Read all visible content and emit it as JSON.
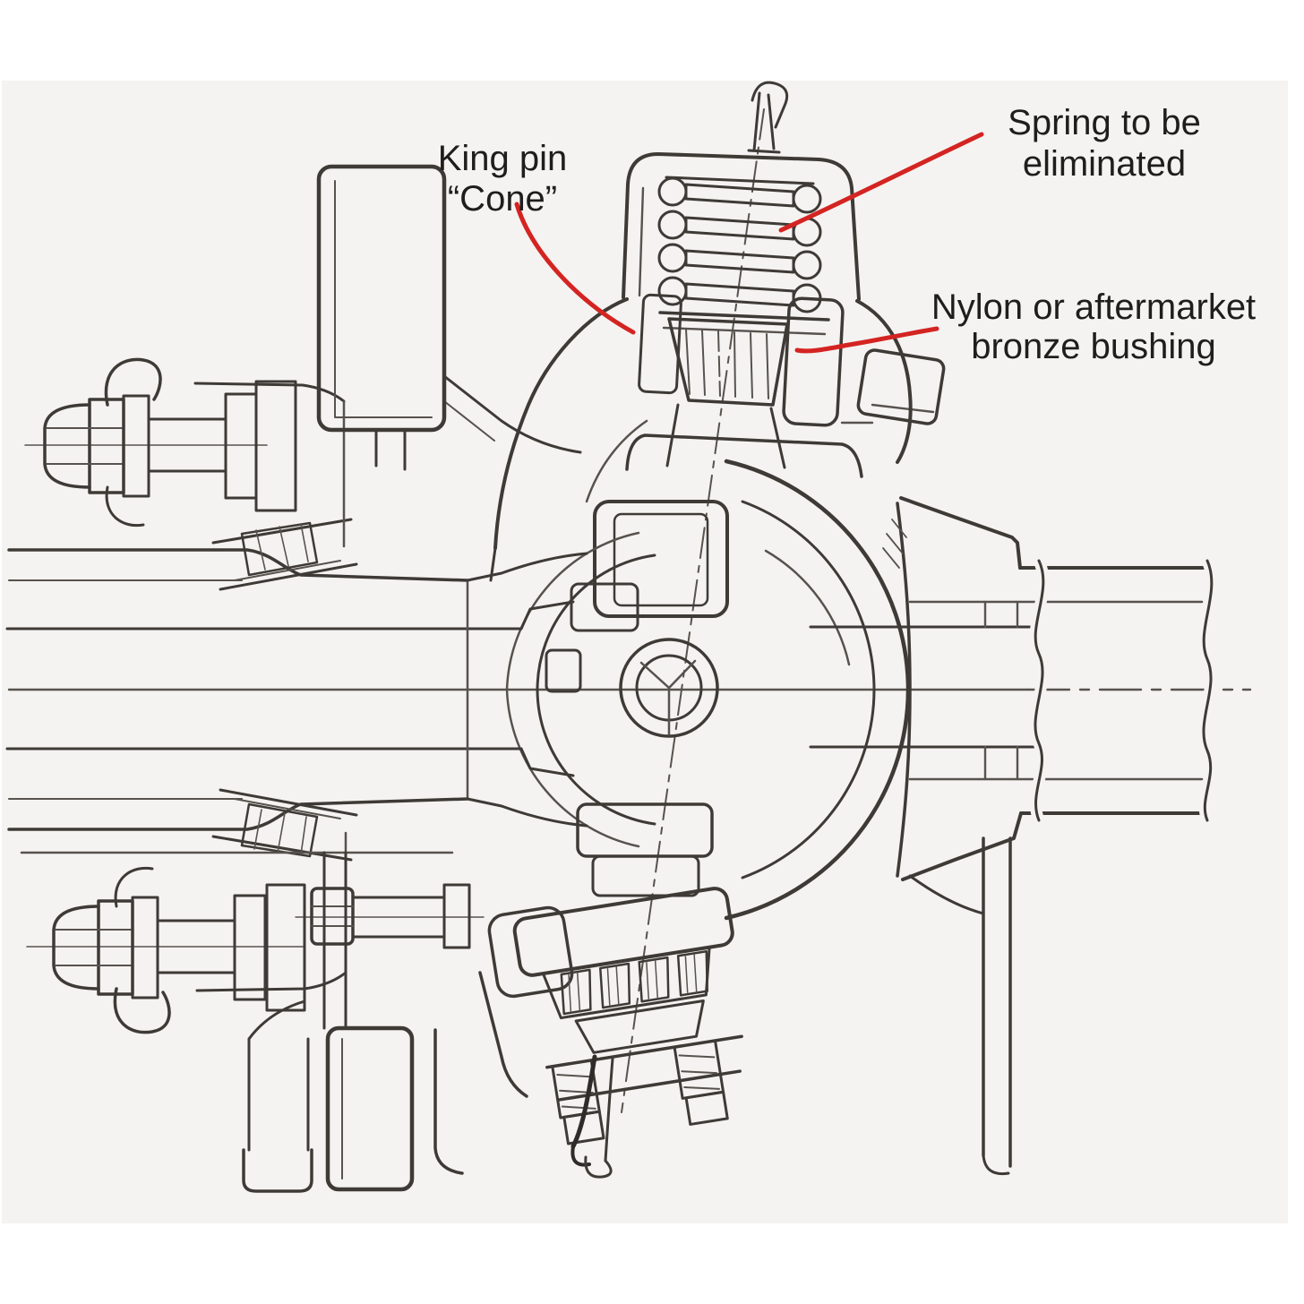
{
  "figure": {
    "type": "engineering-cross-section-diagram",
    "subject": "Front axle closed-knuckle king pin assembly, sectional view",
    "colors": {
      "paper": "#f4f3f1",
      "ink": "#3e3a36",
      "annotation_red": "#d42422",
      "label_text": "#201e1c"
    },
    "annotations": [
      {
        "id": "king-pin-cone",
        "line1": "King pin",
        "line2": "“Cone”",
        "points_to": "tapered king pin cone below the coil spring"
      },
      {
        "id": "spring-to-be-eliminated",
        "line1": "Spring to be",
        "line2": "eliminated",
        "points_to": "coil spring inside upper king pin cap"
      },
      {
        "id": "bushing",
        "line1": "Nylon or aftermarket",
        "line2": "bronze bushing",
        "points_to": "bushing sleeve beside the king pin cone"
      }
    ]
  }
}
